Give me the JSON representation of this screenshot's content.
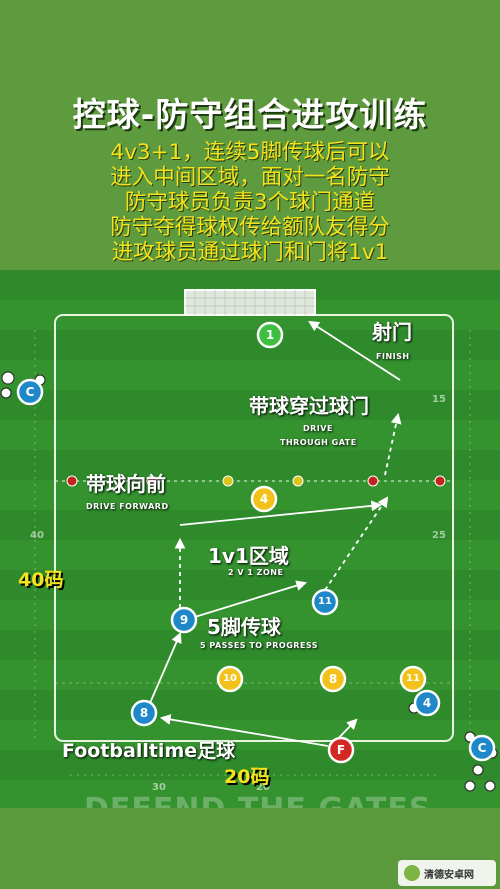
{
  "header": {
    "title": "控球-防守组合进攻训练",
    "lines": [
      "4v3+1，连续5脚传球后可以",
      "进入中间区域，面对一名防守",
      "防守球员负责3个球门通道",
      "防守夺得球权传给额队友得分",
      "进攻球员通过球门和门将1v1"
    ]
  },
  "pitch": {
    "watermark": "DEFEND THE GATES",
    "labels": {
      "finish_cn": "射门",
      "finish_en": "FINISH",
      "drive_gate_cn": "带球穿过球门",
      "drive_gate_en_1": "DRIVE",
      "drive_gate_en_2": "THROUGH GATE",
      "drive_forward_cn": "带球向前",
      "drive_forward_en": "DRIVE FORWARD",
      "zone_cn": "1v1区域",
      "zone_en": "2 V 1 ZONE",
      "passes_cn": "5脚传球",
      "passes_en": "5 PASSES TO PROGRESS"
    },
    "dimensions": {
      "length": "40码",
      "width": "20码"
    },
    "brand": "Footballtime足球",
    "tick_numbers": {
      "right_top": "15",
      "left_mid": "40",
      "right_mid": "25",
      "bottom_a": "30",
      "bottom_b": "20"
    },
    "players": {
      "p1": "1",
      "p4": "4",
      "p11": "11",
      "p9": "9",
      "p8": "8",
      "pF": "F",
      "p10": "10",
      "p8b": "8",
      "p11b": "11",
      "p4b": "4",
      "pC1": "C",
      "pC2": "C"
    },
    "colors": {
      "green_player": "#3fbf3f",
      "yellow_player": "#f2c21a",
      "blue_player": "#1e88c9",
      "red_player": "#d22a22",
      "pitch": "#2f8a2c"
    }
  },
  "site": {
    "name": "清德安卓网"
  }
}
